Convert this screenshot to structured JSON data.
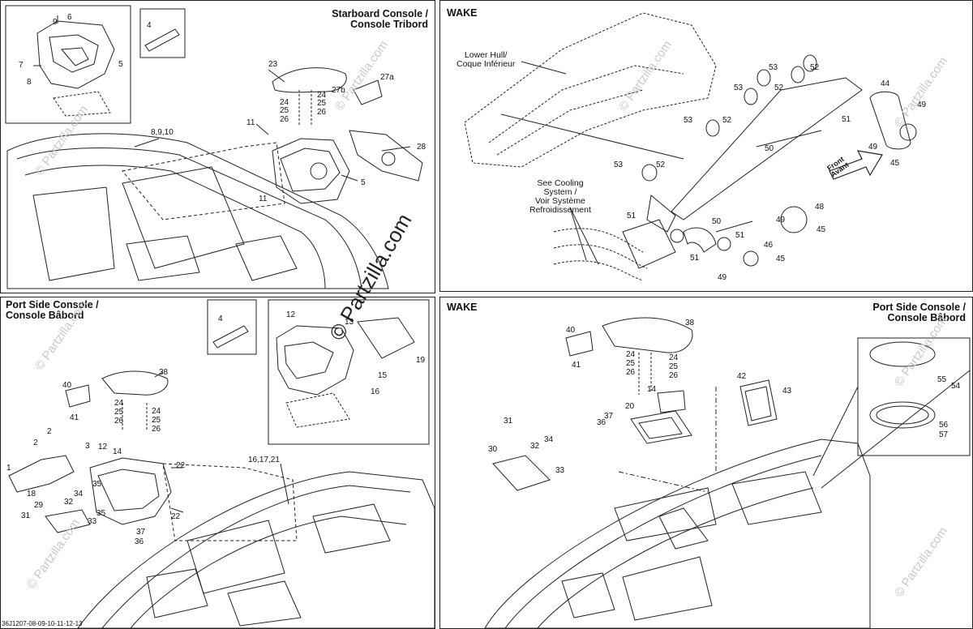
{
  "panels": {
    "starboard": {
      "title_line1": "Starboard Console /",
      "title_line2": "Console Tribord",
      "callouts": [
        "6",
        "9",
        "7",
        "8",
        "5",
        "4",
        "23",
        "24",
        "25",
        "26",
        "24",
        "25",
        "26",
        "27a",
        "27b",
        "28",
        "11",
        "11",
        "8,9,10",
        "5"
      ]
    },
    "wake_top": {
      "title": "WAKE",
      "lower_hull_line1": "Lower Hull/",
      "lower_hull_line2": "Coque Inférieur",
      "cooling_line1": "See Cooling",
      "cooling_line2": "System /",
      "cooling_line3": "Voir Système",
      "cooling_line4": "Refroidissement",
      "front_line1": "Front",
      "front_line2": "Avant",
      "callouts": [
        "53",
        "52",
        "53",
        "52",
        "53",
        "52",
        "53",
        "52",
        "44",
        "49",
        "51",
        "50",
        "49",
        "45",
        "51",
        "50",
        "51",
        "48",
        "49",
        "45",
        "51",
        "46",
        "45",
        "49"
      ]
    },
    "port": {
      "title_line1": "Port Side Console /",
      "title_line2": "Console Bâbord",
      "callouts": [
        "4",
        "12",
        "13",
        "19",
        "15",
        "16",
        "40",
        "38",
        "41",
        "24",
        "25",
        "26",
        "24",
        "25",
        "26",
        "2",
        "2",
        "3",
        "12",
        "14",
        "1",
        "18",
        "35",
        "34",
        "32",
        "29",
        "33",
        "35",
        "31",
        "37",
        "36",
        "22",
        "22",
        "16,17,21"
      ]
    },
    "wake_bottom": {
      "title": "WAKE",
      "title_right_line1": "Port Side Console /",
      "title_right_line2": "Console Bâbord",
      "callouts": [
        "40",
        "38",
        "41",
        "24",
        "25",
        "26",
        "24",
        "25",
        "26",
        "42",
        "43",
        "14",
        "37",
        "36",
        "20",
        "31",
        "30",
        "32",
        "34",
        "33",
        "55",
        "54",
        "56",
        "57"
      ]
    }
  },
  "watermarks": {
    "small": "© Partzilla.com",
    "center": "© Partzilla.com"
  },
  "doc_id": "36J1207-08-09-10-11-12-13"
}
